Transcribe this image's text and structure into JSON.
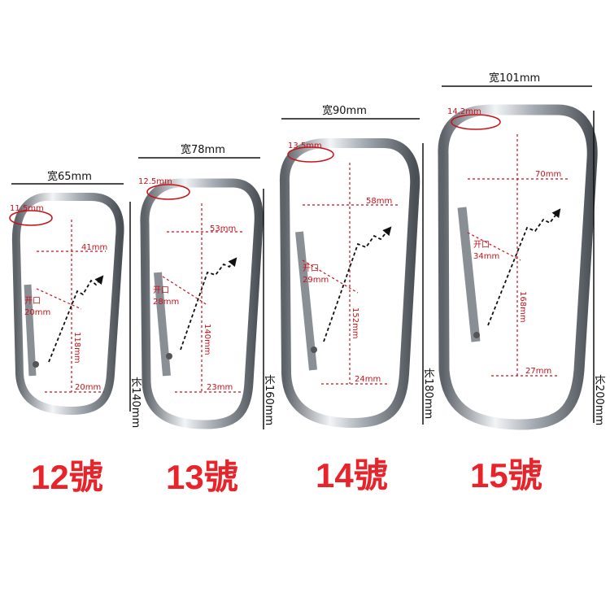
{
  "colors": {
    "label_red": "#e8232a",
    "dim_red": "#c8121a",
    "dim_black": "#111111",
    "steel": "#8a8f96"
  },
  "products": [
    {
      "size_label": "12號",
      "width_label": "宽65mm",
      "length_label": "长140mm",
      "eye_label": "11.5mm",
      "inner_width_label": "41mm",
      "gate_label": "开口",
      "gate_size": "20mm",
      "inner_length_label": "118mm",
      "bottom_label": "20mm"
    },
    {
      "size_label": "13號",
      "width_label": "宽78mm",
      "length_label": "长160mm",
      "eye_label": "12.5mm",
      "inner_width_label": "53mm",
      "gate_label": "开口",
      "gate_size": "28mm",
      "inner_length_label": "140mm",
      "bottom_label": "23mm"
    },
    {
      "size_label": "14號",
      "width_label": "宽90mm",
      "length_label": "长180mm",
      "eye_label": "13.5mm",
      "inner_width_label": "58mm",
      "gate_label": "开口",
      "gate_size": "29mm",
      "inner_length_label": "152mm",
      "bottom_label": "24mm"
    },
    {
      "size_label": "15號",
      "width_label": "宽101mm",
      "length_label": "长200mm",
      "eye_label": "14.2mm",
      "inner_width_label": "70mm",
      "gate_label": "开口",
      "gate_size": "34mm",
      "inner_length_label": "168mm",
      "bottom_label": "27mm"
    }
  ]
}
